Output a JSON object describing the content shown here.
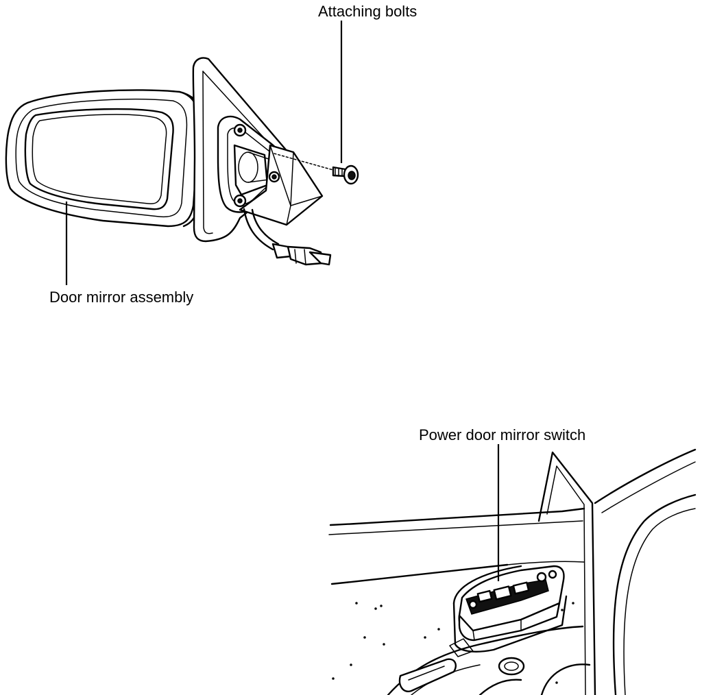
{
  "labels": {
    "attaching_bolts": "Attaching bolts",
    "door_mirror_assembly": "Door mirror assembly",
    "power_door_mirror_switch": "Power door mirror switch"
  },
  "colors": {
    "line": "#000000",
    "background": "#ffffff"
  }
}
